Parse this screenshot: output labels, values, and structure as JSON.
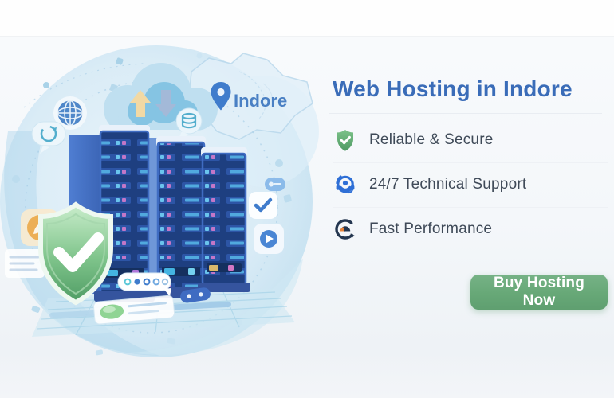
{
  "banner": {
    "title": "Web Hosting in Indore",
    "features": [
      {
        "icon": "shield-check-icon",
        "label": "Reliable & Secure"
      },
      {
        "icon": "headset-icon",
        "label": "24/7 Technical Support"
      },
      {
        "icon": "speedometer-icon",
        "label": "Fast Performance"
      }
    ],
    "cta": {
      "label": "Buy Hosting Now"
    }
  },
  "illustration": {
    "location_label": "Indore",
    "elements": [
      "cloud-upload-download",
      "location-pin",
      "map-outline",
      "server-racks",
      "security-shield-check",
      "globe",
      "chat-bubbles",
      "status-dots-pill"
    ]
  },
  "colors": {
    "title_blue": "#3a6cb8",
    "feature_text": "#3f4a58",
    "button_green": "#67a877",
    "shield_green": "#5fae73",
    "accent_blue": "#2e6fd6",
    "gauge_navy": "#243650",
    "gauge_orange": "#e8833a"
  }
}
